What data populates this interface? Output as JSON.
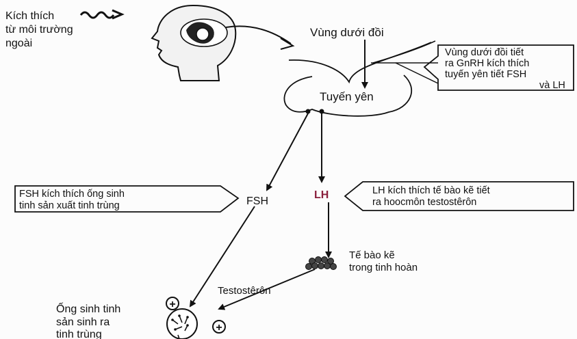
{
  "labels": {
    "stimulus_line1": "Kích thích",
    "stimulus_line2": "từ môi trường",
    "stimulus_line3": "ngoài",
    "hypothalamus": "Vùng dưới đồi",
    "gnrh_line1": "Vùng dưới đồi tiết",
    "gnrh_line2": "ra GnRH kích thích",
    "gnrh_line3": "tuyến yên tiết FSH",
    "gnrh_line4": "và LH",
    "pituitary": "Tuyến yên",
    "fsh_box_line1": "FSH kích thích ống sinh",
    "fsh_box_line2": "tinh sản xuất tinh trùng",
    "fsh": "FSH",
    "lh": "LH",
    "lh_box_line1": "LH kích thích tế bào kẽ tiết",
    "lh_box_line2": "ra hoocmôn testostêrôn",
    "leydig_line1": "Tế bào kẽ",
    "leydig_line2": "trong tinh hoàn",
    "testosterone": "Testostêrôn",
    "tubule_line1": "Ống sinh tinh",
    "tubule_line2": "sản sinh ra",
    "tubule_line3": "tinh trùng",
    "plus_symbol": "+"
  },
  "colors": {
    "ink": "#111111",
    "lh_accent": "#8a1f3c",
    "background": "#fcfcfc"
  },
  "icons": [
    "wave-icon",
    "head-silhouette-icon",
    "leydig-cells-icon",
    "seminiferous-tubule-icon",
    "plus-circle-icon"
  ]
}
